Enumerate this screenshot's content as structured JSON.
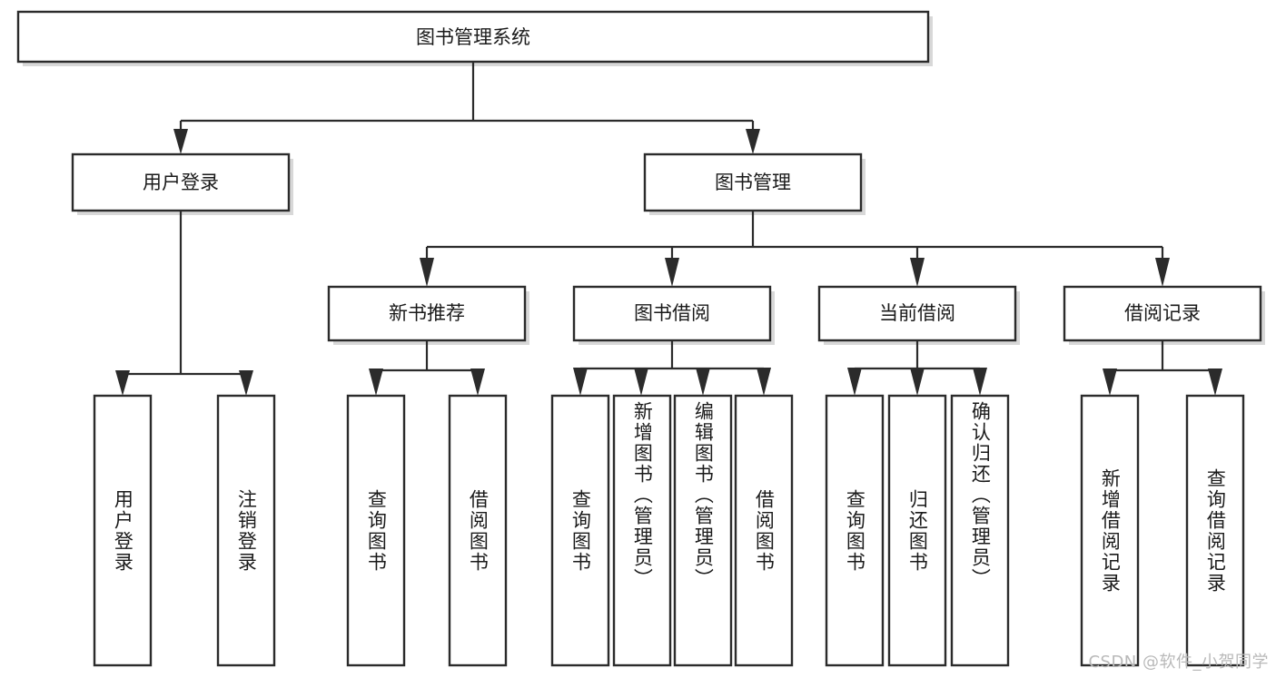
{
  "diagram": {
    "type": "tree",
    "title": "图书管理系统",
    "watermark": "CSDN @软件_小贺同学",
    "colors": {
      "box_stroke": "#2b2b2b",
      "box_fill": "#ffffff",
      "text": "#1a1a1a",
      "shadow": "#b8b8b8",
      "watermark": "#b9b9b9",
      "background": "#ffffff"
    },
    "levels": {
      "root": {
        "label": "图书管理系统"
      },
      "level2": [
        {
          "label": "用户登录"
        },
        {
          "label": "图书管理"
        }
      ],
      "level3": [
        {
          "label": "新书推荐"
        },
        {
          "label": "图书借阅"
        },
        {
          "label": "当前借阅"
        },
        {
          "label": "借阅记录"
        }
      ],
      "leaves": [
        {
          "label": "用户登录",
          "parent": "用户登录"
        },
        {
          "label": "注销登录",
          "parent": "用户登录"
        },
        {
          "label": "查询图书",
          "parent": "新书推荐"
        },
        {
          "label": "借阅图书",
          "parent": "新书推荐"
        },
        {
          "label": "查询图书",
          "parent": "图书借阅"
        },
        {
          "label": "新增图书（管理员）",
          "parent": "图书借阅"
        },
        {
          "label": "编辑图书（管理员）",
          "parent": "图书借阅"
        },
        {
          "label": "借阅图书",
          "parent": "图书借阅"
        },
        {
          "label": "查询图书",
          "parent": "当前借阅"
        },
        {
          "label": "归还图书",
          "parent": "当前借阅"
        },
        {
          "label": "确认归还（管理员）",
          "parent": "当前借阅"
        },
        {
          "label": "新增借阅记录",
          "parent": "借阅记录"
        },
        {
          "label": "查询借阅记录",
          "parent": "借阅记录"
        }
      ]
    }
  }
}
